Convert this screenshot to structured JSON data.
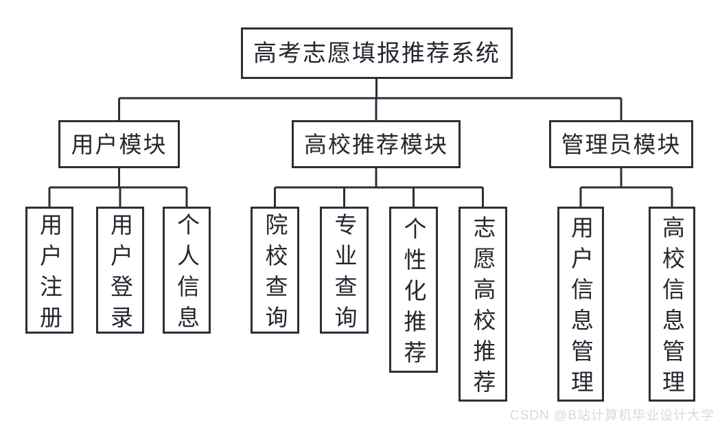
{
  "diagram": {
    "type": "tree",
    "root": {
      "label": "高考志愿填报推荐系统"
    },
    "modules": [
      {
        "label": "用户模块",
        "children": [
          "用户注册",
          "用户登录",
          "个人信息"
        ]
      },
      {
        "label": "高校推荐模块",
        "children": [
          "院校查询",
          "专业查询",
          "个性化推荐",
          "志愿高校推荐"
        ]
      },
      {
        "label": "管理员模块",
        "children": [
          "用户信息管理",
          "高校信息管理"
        ]
      }
    ]
  },
  "watermark": {
    "text": "CSDN @B站计算机毕业设计大学"
  },
  "colors": {
    "line": "#2b2f38",
    "text": "#23272e",
    "background": "#ffffff",
    "watermark": "#d9d9d9"
  }
}
